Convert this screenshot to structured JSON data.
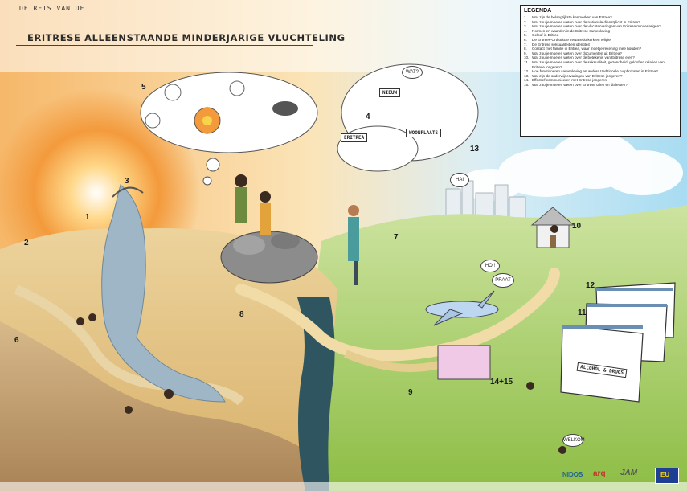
{
  "poster": {
    "title_top": "DE REIS VAN DE",
    "title_main": "ERITRESE ALLEENSTAANDE MINDERJARIGE VLUCHTELING"
  },
  "numbers": [
    "1",
    "2",
    "3",
    "4",
    "5",
    "6",
    "7",
    "8",
    "9",
    "10",
    "11",
    "12",
    "13",
    "14+15"
  ],
  "signs": {
    "eritrea": "ERITREA",
    "woonplaats": "WOONPLAATS",
    "nieuw": "NIEUW",
    "alcohol": "ALCOHOL & DRUGS",
    "hoi": "HOI!",
    "hai": "HAI",
    "bubble_talk": "PRAAT",
    "bubble_welkom": "WELKOM",
    "bubble_wat": "WAT?"
  },
  "legend": {
    "title": "LEGENDA",
    "items": [
      {
        "n": "1.",
        "t": "Wat zijn de belangrijkste kenmerken van Eritrea?"
      },
      {
        "n": "2.",
        "t": "Wat zou je moeten weten over de nationale dienstplicht in Eritrea?"
      },
      {
        "n": "3.",
        "t": "Wat zou je moeten weten over de vluchtervaringen van Eritrese minderjarigen?"
      },
      {
        "n": "4.",
        "t": "Normen en waarden in de Eritrese samenleving"
      },
      {
        "n": "5.",
        "t": "Geloof in Eritrea"
      },
      {
        "n": "6.",
        "t": "De Eritrees-Orthodoxe Tewahedo kerk en religie"
      },
      {
        "n": "7.",
        "t": "De Eritrese seksualiteit en identiteit"
      },
      {
        "n": "8.",
        "t": "Contact met familie in Eritrea, waar moet je rekening mee houden?"
      },
      {
        "n": "9.",
        "t": "Wat zou je moeten weten over documenten uit Eritrea?"
      },
      {
        "n": "10.",
        "t": "Wat zou je moeten weten over de betekenis van Eritrese eten?"
      },
      {
        "n": "11.",
        "t": "Wat zou je moeten weten over de seksualiteit, gezondheid, geloof en relaties van Eritrese jongeren?"
      },
      {
        "n": "12.",
        "t": "Hoe functioneren samenleving en andere traditionele hulpbronnen in Eritrea?"
      },
      {
        "n": "13.",
        "t": "Wat zijn de onderwijservaringen van Eritrese jongeren?"
      },
      {
        "n": "14.",
        "t": "Effectief communiceren met Eritrese jongeren"
      },
      {
        "n": "15.",
        "t": "Wat zou je moeten weten over Eritrese talen en dialecten?"
      }
    ]
  },
  "logos": {
    "nidos": "NIDOS",
    "arq": "arq",
    "jam": "JAM",
    "eu": "EU"
  },
  "colors": {
    "sun": "#f2a23a",
    "sky_left": "#f8c47a",
    "sky_right": "#bfe6f6",
    "ground": "#e7c98a",
    "grass": "#a9cf63",
    "waterfall": "#9fb6c7",
    "river": "#2f5560"
  }
}
